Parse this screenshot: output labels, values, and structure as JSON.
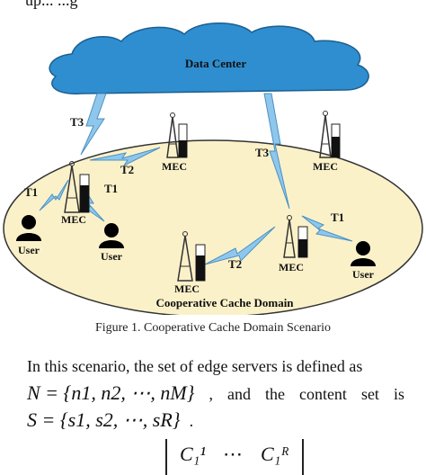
{
  "partial_top_text": "up... ...g",
  "figure": {
    "cloud_label": "Data Center",
    "domain_label": "Cooperative Cache  Domain",
    "links": [
      "T1",
      "T1",
      "T1",
      "T2",
      "T2",
      "T3",
      "T3"
    ],
    "node_labels": {
      "mec": "MEC",
      "user": "User"
    }
  },
  "caption": "Figure 1.   Cooperative Cache Domain Scenario",
  "paragraph": {
    "line1": "In this scenario, the set of edge servers is defined as",
    "line2_expr": "N = {n1, n2, ⋯, nM}",
    "line2_mid1": ",",
    "line2_and": "and",
    "line2_the": "the",
    "line2_content": "content",
    "line2_set": "set",
    "line2_is": "is",
    "line3_expr": "S = {s1, s2, ⋯, sR}",
    "line3_end": "."
  },
  "matrix_row": {
    "c1": "C₁¹",
    "dots": "⋯",
    "c2": "C₁ᴿ"
  }
}
